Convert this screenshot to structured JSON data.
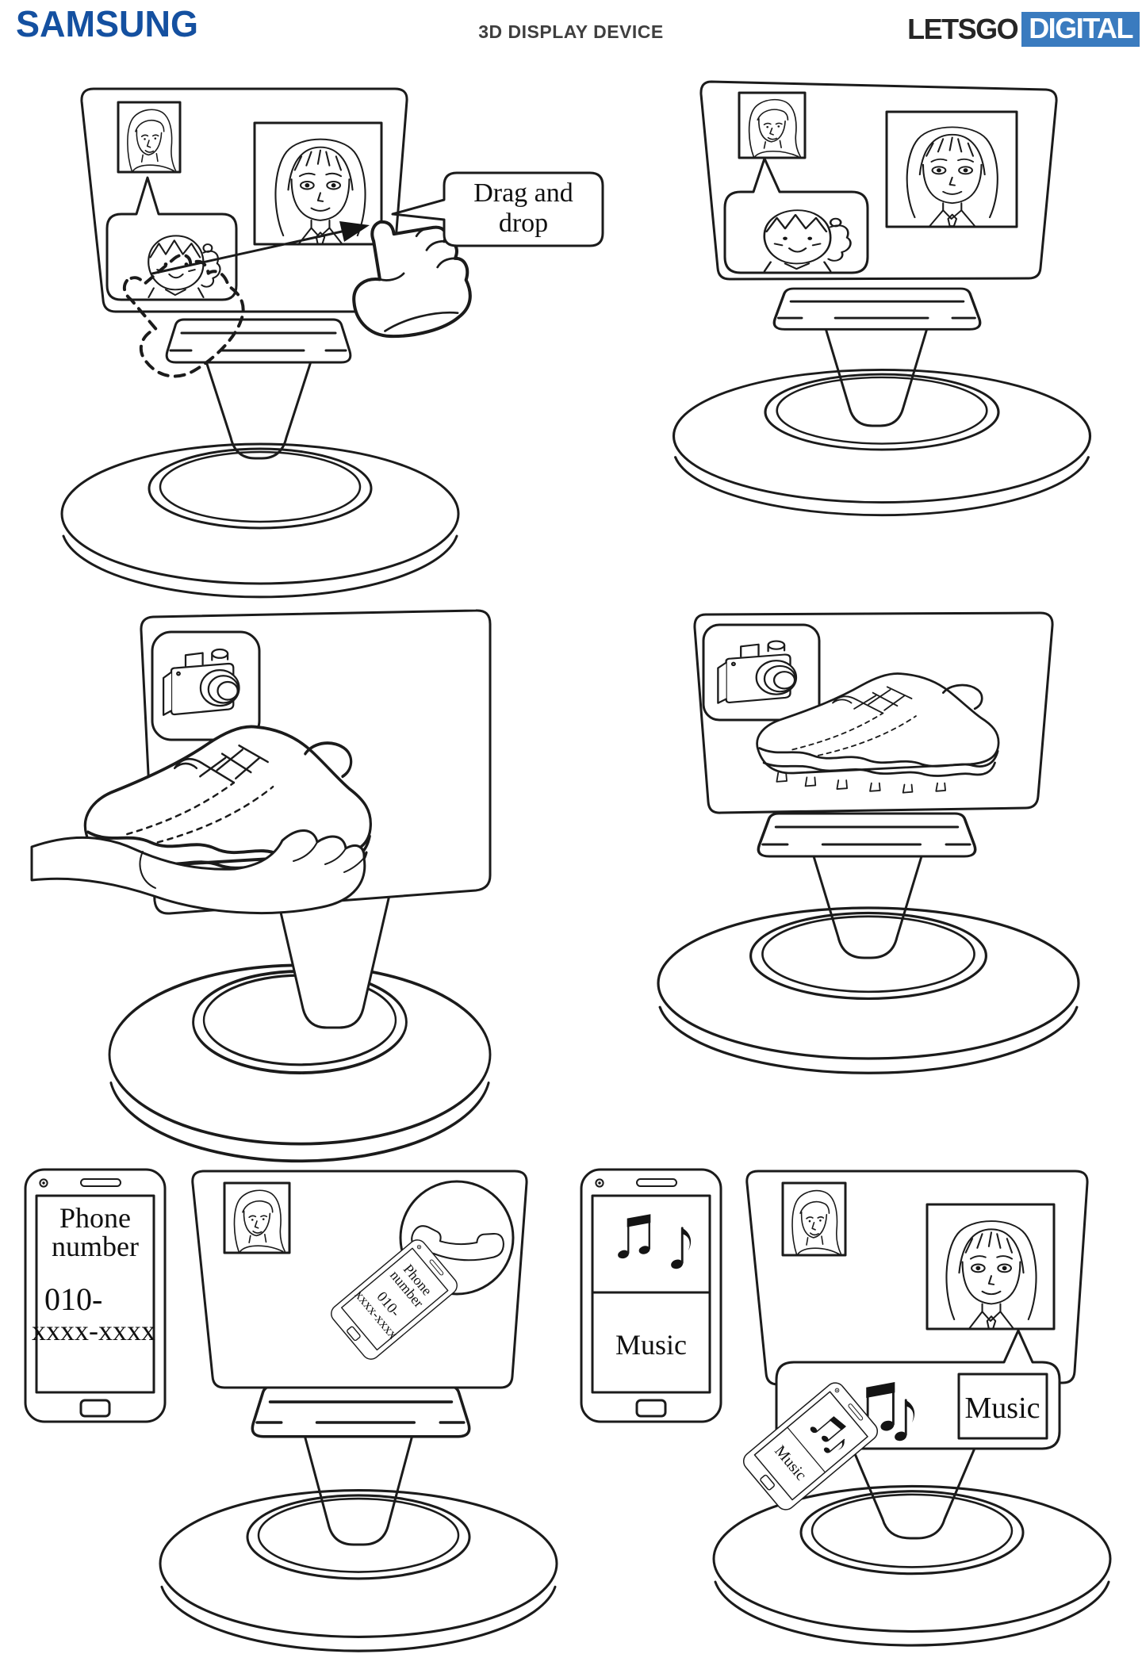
{
  "header": {
    "brand": "SAMSUNG",
    "title": "3D DISPLAY DEVICE",
    "site_logo": {
      "part1": "LETSGO",
      "part2": "DIGITAL"
    }
  },
  "palette": {
    "samsung_blue": "#1450a0",
    "digital_box_blue": "#3a7bbf",
    "letsgo_black": "#262626",
    "title_gray": "#3f3f3f",
    "line_ink": "#1b1b1b"
  },
  "figure_drag_drop": {
    "callout_line1": "Drag and",
    "callout_line2": "drop"
  },
  "figure_phone": {
    "screen_line1": "Phone",
    "screen_line2": "number",
    "screen_line3": "010-",
    "screen_line4": "xxxx-xxxx",
    "mini_line1": "Phone",
    "mini_line2": "number",
    "mini_line3": "010-",
    "mini_line4": "xxxx-xxxx"
  },
  "figure_music": {
    "phone_label": "Music",
    "bubble_label": "Music",
    "mini_label": "Music"
  }
}
